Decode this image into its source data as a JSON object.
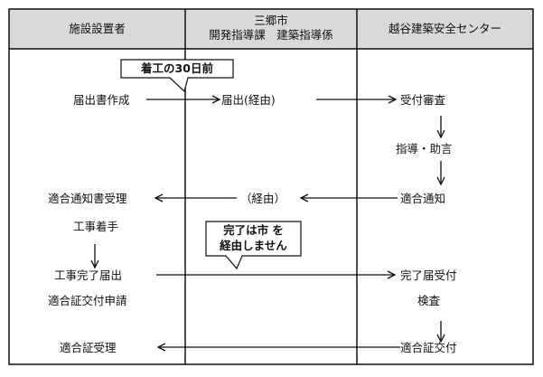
{
  "header": {
    "col1": "施設設置者",
    "col2_line1": "三郷市",
    "col2_line2": "開発指導課　建築指導係",
    "col3": "越谷建築安全センター"
  },
  "left": {
    "step1": "届出書作成",
    "step2": "適合通知書受理",
    "step3": "工事着手",
    "step4": "工事完了届出",
    "step5": "適合証交付申請",
    "step6": "適合証受理"
  },
  "middle": {
    "step1": "届出(経由)",
    "step2": "（経由）"
  },
  "right": {
    "step1": "受付審査",
    "step2": "指導・助言",
    "step3": "適合通知",
    "step4": "完了届受付",
    "step5": "検査",
    "step6": "適合証交付"
  },
  "callouts": {
    "deadline": "着工の30日前",
    "note_line1": "完了は市 を",
    "note_line2": "経由しません"
  }
}
